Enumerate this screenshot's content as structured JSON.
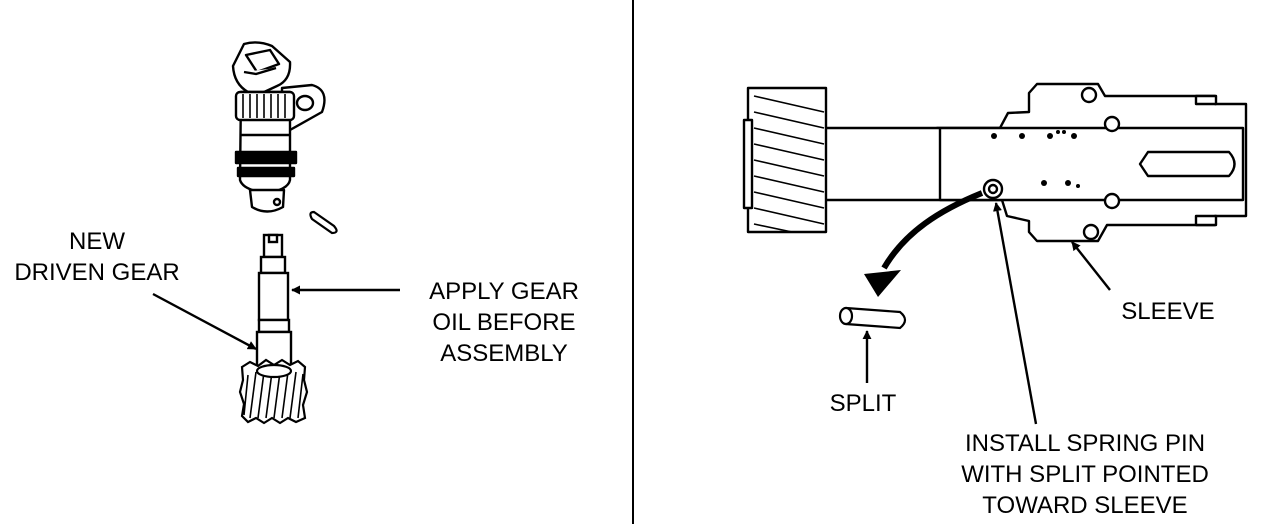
{
  "left_panel": {
    "new_driven_gear": [
      "NEW",
      "DRIVEN GEAR"
    ],
    "apply_gear_oil": [
      "APPLY GEAR",
      "OIL BEFORE",
      "ASSEMBLY"
    ]
  },
  "right_panel": {
    "sleeve": "SLEEVE",
    "split": "SPLIT",
    "install_spring_pin": [
      "INSTALL SPRING PIN",
      "WITH SPLIT POINTED",
      "TOWARD SLEEVE"
    ]
  },
  "colors": {
    "ink": "#000000",
    "paper": "#ffffff"
  }
}
